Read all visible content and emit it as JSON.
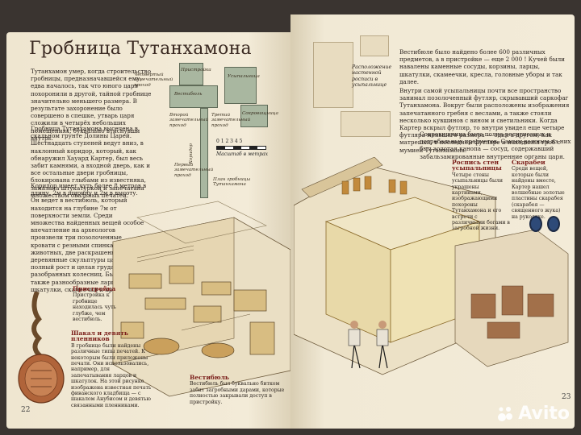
{
  "left_page": {
    "title": "Гробница Тутанхамона",
    "paragraphs": [
      "Тутанхамон умер, когда строительство гробницы, предназначавшейся ему, едва началось, так что юного царя похоронили в другой, тайной гробнице значительно меньшего размера. В результате захоронение было совершено в спешке, утварь царя сложили в четырёх небольших помещениях, буквально втиснувши внутрь.",
      "Гробница Тутанхамона высечена в скальном грунте Долины Царей. Шестнадцать ступеней ведут вниз, в наклонный коридор, который, как обнаружил Хауард Картер, был весь забит камнями, а входной дверь, как и все остальные двери гробницы, блокирована глыбами из известняка, замазана штукатуркой и запечатана множеством овальных печатей.",
      "Коридор имеет чуть более 8 метров в длину, 2м в ширину и 2м в высоту. Он ведет в вестибюль, который находится на глубине 7м от поверхности земли. Среди множества найденных вещей особое впечатление на археологов произвели три позолоченные кровати с резными спинками в виде животных, две раскрашенные деревянные скульптуры царя в полный рост и целая груда разобранных колесниц. Были там также разнообразные ларцы и шкатулки, скамеечки и кресла."
    ],
    "plan_labels": {
      "annex": "Пристройка",
      "antechamber": "Вестибюль",
      "burial": "Усыпальница",
      "treasury": "Сокровищница",
      "fourth_corridor": "Четвертый замечательный проход",
      "second_corridor": "Второй замечательный проход",
      "third_corridor": "Третий замечательный проход",
      "corridor": "Коридор",
      "first_corridor": "Первый замечательный проход",
      "plan_caption": "План гробницы Тутанхамона",
      "scale_label": "Масштаб в метрах",
      "scale_ticks": "0 1 2 3 4 5"
    },
    "annex_caption": {
      "title": "Пристройка",
      "text": "Пристройка к гробнице находилась чуть глубже, чем вестибюль."
    },
    "jackal_caption": {
      "title": "Шакал и девять пленников",
      "text": "В гробнице были найдены различные типы печатей. К некоторым были приложены печати. Они использовались, например, для запечатывания ларцов и шкатулок. На этой рисунке изображена известная печать фиванского кладбища — с шакалом Анубисом и девятью связанными пленниками."
    },
    "vestibule_caption": {
      "title": "Вестибюль",
      "text": "Вестибюль был буквально битком забит загробными дарами, которые полностью закрывали доступ в пристройку."
    },
    "page_number": "22"
  },
  "right_page": {
    "paragraphs": [
      "Вестибюле было найдено более 600 различных предметов, а в пристройке — еще 2 000 ! Кучей были навалены каменные сосуды, корзины, ларцы, шкатулки, скамеечки, кресла, головные уборы и так далее.",
      "Внутри самой усыпальницы почти все пространство занимал позолоченный футляр, скрывавший саркофаг Тутанхамона. Вокруг были расположены изображения запечатанного гребня с веслами, а также стояли несколько кувшинов с вином и светильники. Когда Картер вскрыл футляр, то внутри увидел еще четыре футляра меньшего размера — один в другом, как матрешки, в последнем футляре и находился гроб с мумией Тутанхамона.",
      "Сокровищница была полна религиозных и погребальных предметов. Самым важным из них был золотая канопа — сосуд, содержавший забальзамированные внутренние органы царя."
    ],
    "mural_caption": "Расположение настенной росписи в усыпальнице",
    "burial_mural_caption": {
      "title": "Роспись стен усыпальницы",
      "text": "Четыре стены усыпальницы были украшены картинами, изображающими похороны Тутанхамона и его встречи с различными богами в загробной жизни."
    },
    "scarab_caption": {
      "title": "Скарабеи",
      "text": "Среди вещей, которые были найдены вместе, Картер нашел волшебные золотые пластины скарабея (скарабея — священного жука) на рукоятке."
    },
    "page_number": "23"
  },
  "watermark": "Avito",
  "colors": {
    "paper": "#f2ead6",
    "title": "#3b2a22",
    "caption_title": "#7a1e1a",
    "plan_fill": "#a9b7a0",
    "background": "#3a3430"
  }
}
